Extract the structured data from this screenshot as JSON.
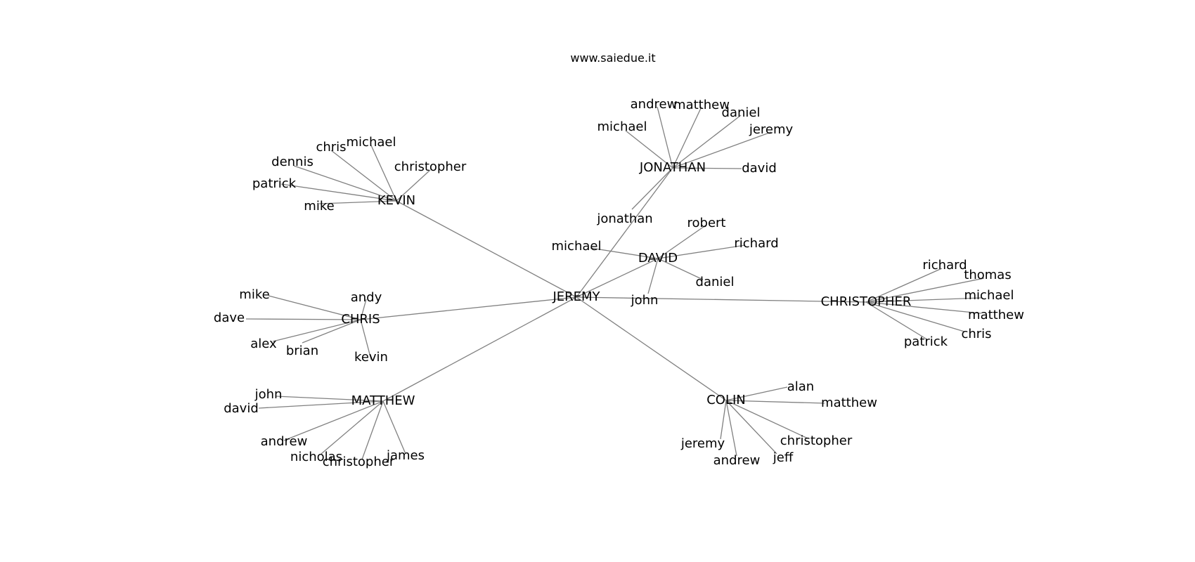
{
  "site_label": "www.saiedue.it",
  "edge_color": "#808080",
  "text_color": "#000000",
  "graph": {
    "root": "JEREMY",
    "hubs": [
      {
        "id": "KEVIN",
        "label": "KEVIN",
        "leaves": [
          "chris",
          "michael",
          "dennis",
          "christopher",
          "patrick",
          "mike"
        ]
      },
      {
        "id": "JONATHAN",
        "label": "JONATHAN",
        "leaves": [
          "andrew",
          "matthew",
          "daniel",
          "michael",
          "jeremy",
          "david",
          "jonathan"
        ]
      },
      {
        "id": "DAVID",
        "label": "DAVID",
        "leaves": [
          "robert",
          "michael",
          "richard",
          "daniel",
          "john"
        ]
      },
      {
        "id": "CHRISTOPHER",
        "label": "CHRISTOPHER",
        "leaves": [
          "richard",
          "thomas",
          "michael",
          "matthew",
          "chris",
          "patrick"
        ]
      },
      {
        "id": "CHRIS",
        "label": "CHRIS",
        "leaves": [
          "mike",
          "andy",
          "dave",
          "alex",
          "brian",
          "kevin"
        ]
      },
      {
        "id": "MATTHEW",
        "label": "MATTHEW",
        "leaves": [
          "john",
          "david",
          "andrew",
          "nicholas",
          "christopher",
          "james"
        ]
      },
      {
        "id": "COLIN",
        "label": "COLIN",
        "leaves": [
          "alan",
          "matthew",
          "jeremy",
          "christopher",
          "andrew",
          "jeff"
        ]
      }
    ]
  }
}
